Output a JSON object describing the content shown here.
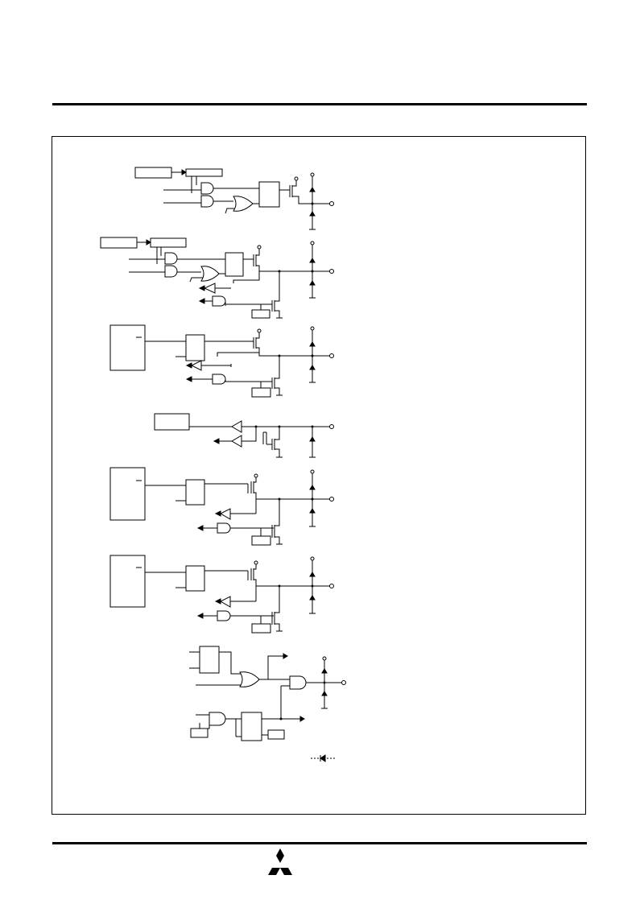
{
  "page": {
    "background": "#ffffff",
    "ink_color": "#000000"
  },
  "diagram": {
    "kind": "port block diagram (schematic, no visible labels)",
    "blocks": [
      {
        "name": "port-block-1",
        "type": "output port with latch, gate logic and P-channel driver"
      },
      {
        "name": "port-block-2",
        "type": "I/O port with latch, output driver and input buffer"
      },
      {
        "name": "port-block-3",
        "type": "I/O port with register and input buffer"
      },
      {
        "name": "port-block-4",
        "type": "input port with buffer"
      },
      {
        "name": "port-block-5",
        "type": "I/O port with register and input buffer"
      },
      {
        "name": "port-block-6",
        "type": "I/O port with register and input buffer"
      },
      {
        "name": "port-block-7",
        "type": "gate logic with flip-flops"
      }
    ],
    "legend_symbol": "diode-icon"
  },
  "footer": {
    "logo": "three-diamond-logo-icon"
  }
}
